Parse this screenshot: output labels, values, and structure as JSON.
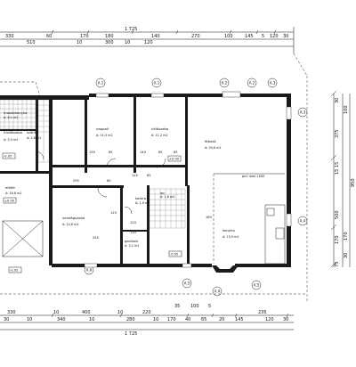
{
  "drawing": {
    "total_width_top": "1 725",
    "total_width_bottom": "1 725",
    "total_depth": "950"
  },
  "dims_top_outer": [
    "330",
    "60",
    "170",
    "180",
    "140",
    "270",
    "100",
    "145",
    "5",
    "120",
    "30"
  ],
  "dims_top_inner": [
    "510",
    "10",
    "300",
    "10",
    "120"
  ],
  "dims_bottom_outer": [
    "330",
    "10",
    "400",
    "10",
    "220",
    "35",
    "100",
    "5",
    "235"
  ],
  "dims_bottom_inner": [
    "30",
    "10",
    "340",
    "10",
    "280",
    "10",
    "170",
    "40",
    "65",
    "20",
    "145",
    "120",
    "30"
  ],
  "dims_right": [
    "30",
    "375",
    "15",
    "15",
    "500",
    "170",
    "75",
    "100",
    "170",
    "30"
  ],
  "dims_interior": [
    "135",
    "65",
    "140",
    "65",
    "295",
    "80",
    "115",
    "65",
    "85",
    "120",
    "110",
    "120",
    "250",
    "165"
  ],
  "grid_labels": [
    "A.1",
    "A.1",
    "A.2",
    "A.2",
    "A.3",
    "A.3",
    "A.4",
    "A.4",
    "A.5",
    "A.5",
    "A.6"
  ],
  "rooms": [
    {
      "name": "mosdokonyha",
      "area": "A: 6,1 m2"
    },
    {
      "name": "fürdőszoba",
      "area": "A: 5,3 m2"
    },
    {
      "name": "szárító",
      "area": "A: 2,6 m2"
    },
    {
      "name": "nappali",
      "area": "A: 11,3 m2"
    },
    {
      "name": "hálószoba",
      "area": "A: 11,2 m2"
    },
    {
      "name": "étkező",
      "area": "A: 29,6 m2"
    },
    {
      "name": "előtér",
      "area": "A: 16,8 m2"
    },
    {
      "name": "vendégszoba",
      "area": "A: 14,6 m2"
    },
    {
      "name": "kamra",
      "area": "A: 1,9 m2"
    },
    {
      "name": "gardrob",
      "area": "A: 3,2 m2"
    },
    {
      "name": "konyha",
      "area": "A: 13,5 m2"
    },
    {
      "name": "wc",
      "area": "A: 1,8 m2"
    }
  ],
  "levels": [
    "±0.00",
    "±0.00",
    "-0.05",
    "-0.05",
    "-0.05"
  ],
  "annotations": [
    "pm: wes 1500"
  ]
}
